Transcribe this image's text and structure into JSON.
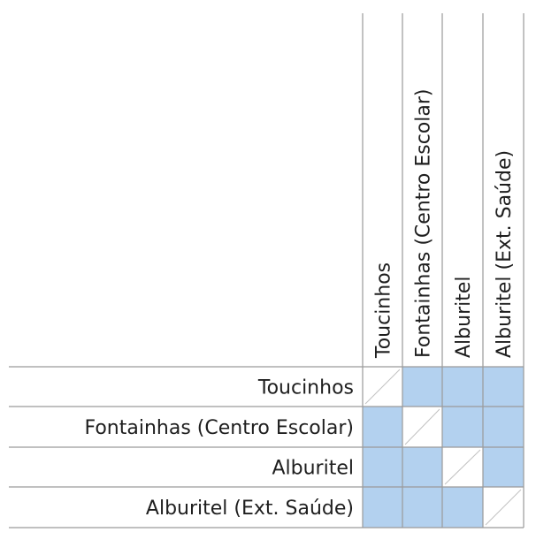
{
  "matrix": {
    "rows": [
      "Toucinhos",
      "Fontainhas (Centro Escolar)",
      "Alburitel",
      "Alburitel (Ext. Saúde)"
    ],
    "columns": [
      "Toucinhos",
      "Fontainhas (Centro Escolar)",
      "Alburitel",
      "Alburitel (Ext. Saúde)"
    ],
    "connections": [
      [
        null,
        true,
        true,
        true
      ],
      [
        true,
        null,
        true,
        true
      ],
      [
        true,
        true,
        null,
        true
      ],
      [
        true,
        true,
        true,
        null
      ]
    ],
    "colors": {
      "filled": "#b3d1ef",
      "grid": "#9a9a9a",
      "diagonal": "#c2c2c2",
      "text": "#1e1e1e"
    }
  }
}
